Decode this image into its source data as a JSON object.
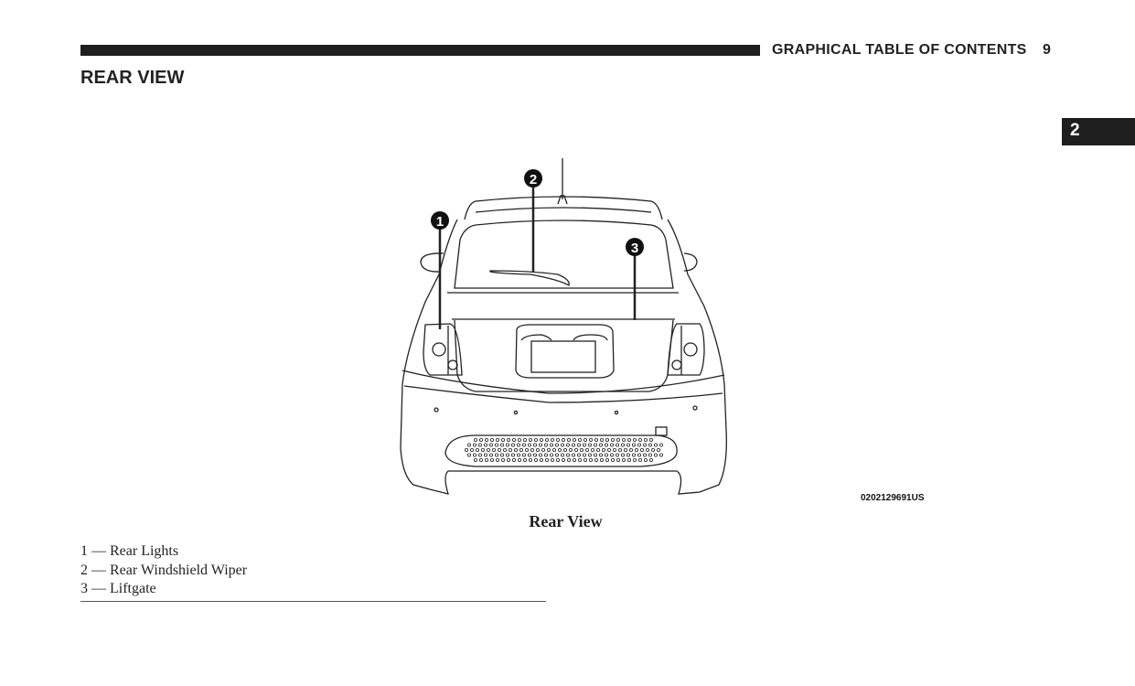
{
  "header": {
    "section": "GRAPHICAL TABLE OF CONTENTS",
    "page_number": "9"
  },
  "chapter_tab": "2",
  "section_title": "REAR VIEW",
  "figure": {
    "callouts": [
      "1",
      "2",
      "3"
    ],
    "image_code": "0202129691US",
    "caption": "Rear View"
  },
  "legend": [
    "1 — Rear Lights",
    "2 — Rear Windshield Wiper",
    "3 — Liftgate"
  ]
}
